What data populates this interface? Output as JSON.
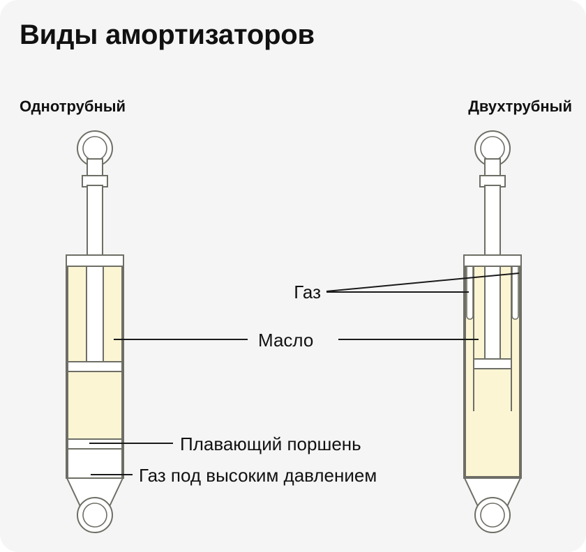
{
  "title": "Виды амортизаторов",
  "columns": {
    "left_heading": "Однотрубный",
    "right_heading": "Двухтрубный"
  },
  "labels": {
    "gas": "Газ",
    "oil": "Масло",
    "floating_piston": "Плавающий поршень",
    "high_pressure_gas": "Газ под высоким давлением"
  },
  "colors": {
    "background": "#f5f5f5",
    "page": "#ffffff",
    "oil": "#fcf5d4",
    "metal_fill": "#ffffff",
    "outline": "#6e6e66",
    "leader": "#1a1a1a",
    "text": "#111111"
  },
  "diagram": {
    "type": "cutaway-schematic",
    "subject": "shock absorber construction comparison",
    "monotube": {
      "parts": [
        "eye mount",
        "piston rod",
        "rod collar",
        "single pressure tube",
        "oil chamber",
        "working piston",
        "floating piston",
        "high pressure gas chamber",
        "lower eye mount"
      ]
    },
    "twintube": {
      "parts": [
        "eye mount",
        "piston rod",
        "rod collar",
        "outer reserve tube",
        "inner pressure tube",
        "oil chamber",
        "gas pockets in reserve chamber",
        "working piston",
        "lower eye mount"
      ]
    }
  }
}
